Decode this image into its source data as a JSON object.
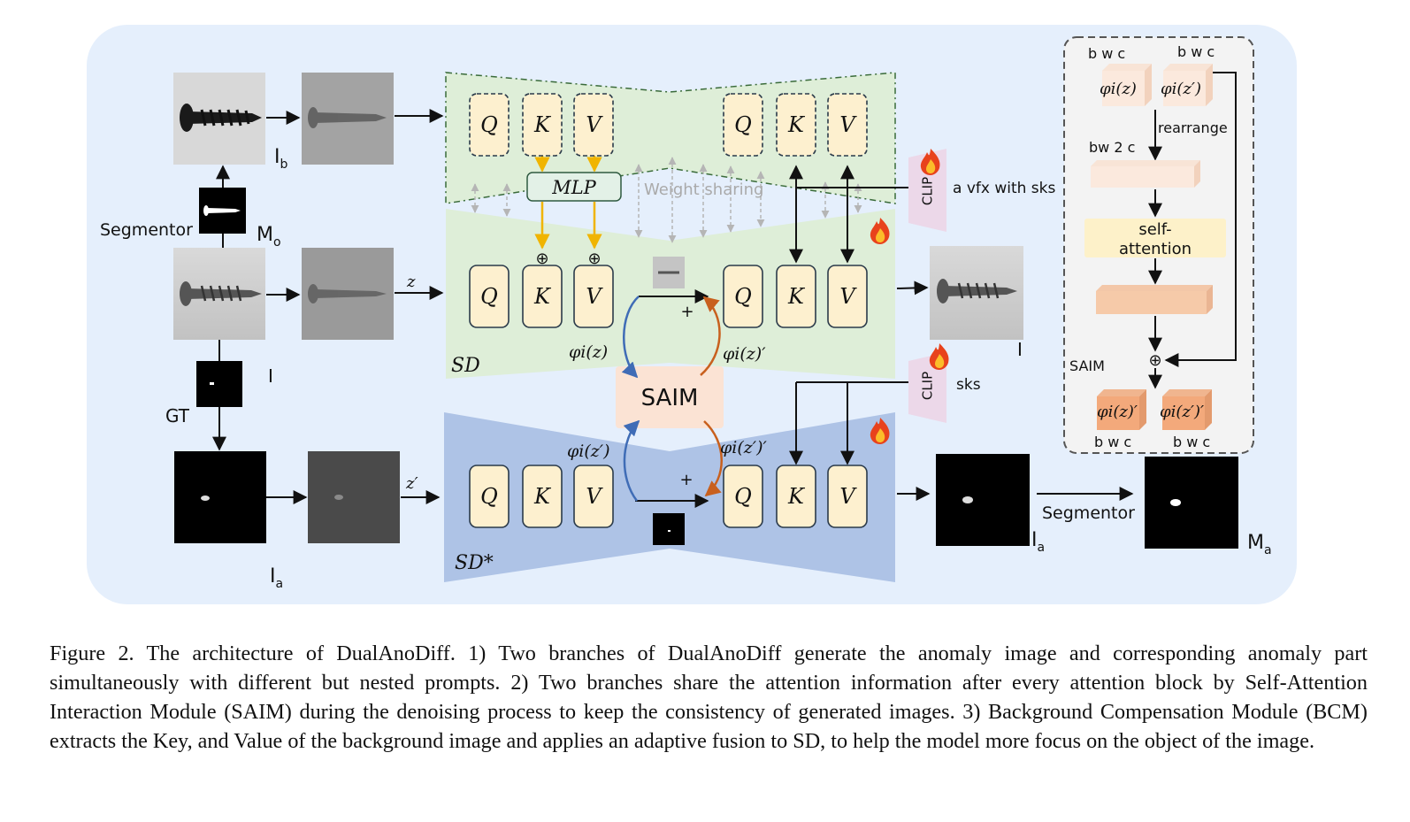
{
  "figure": {
    "labels": {
      "Ib": "I",
      "Ib_sub": "b",
      "Mo": "M",
      "Mo_sub": "o",
      "segmentor_left": "Segmentor",
      "I_mid": "I",
      "GT": "GT",
      "Ia_bottom": "I",
      "Ia_bottom_sub": "a",
      "z": "z",
      "z_prime": "z′",
      "weight_sharing": "Weight sharing",
      "mlp": "MLP",
      "plus": "+",
      "oplus": "⊕",
      "SD": "SD",
      "SD_star": "SD*",
      "SAIM": "SAIM",
      "phi_z": "φi(z)",
      "phi_z_prime_out": "φi(z)′",
      "phi_zp": "φi(z′)",
      "phi_zp_prime_out": "φi(z′)′",
      "clip": "CLIP",
      "prompt_top": "a vfx with sks",
      "prompt_bottom": "sks",
      "I_out": "I",
      "Ia_out": "I",
      "Ia_out_sub": "a",
      "segmentor_right": "Segmentor",
      "Ma": "M",
      "Ma_sub": "a",
      "attention_tokens": [
        "Q",
        "K",
        "V"
      ]
    },
    "saim_panel": {
      "bwc_1": "b w c",
      "bwc_2": "b w c",
      "phi_z": "φi(z)",
      "phi_zp": "φi(z′)",
      "rearrange": "rearrange",
      "bw2c": "bw 2 c",
      "self_attention_1": "self-",
      "self_attention_2": "attention",
      "saim": "SAIM",
      "oplus": "⊕",
      "out_1": "φi(z)′",
      "out_2": "φi(z′)′",
      "bwc_3": "b w c",
      "bwc_4": "b w c"
    },
    "colors": {
      "panel_bg": "#e5effc",
      "unet_green": "#deeed8",
      "unet_blue": "#aec3e6",
      "token_fill": "#fdf0cf",
      "saim_fill": "#fbe3d4",
      "mlp_fill": "#e3f1e7",
      "clip_fill": "#ecd8e9",
      "arrow_yellow": "#f0b400",
      "arrow_blue": "#3f6cb6",
      "arrow_orange": "#c8601e"
    }
  },
  "caption": "Figure 2. The architecture of DualAnoDiff. 1) Two branches of DualAnoDiff generate the anomaly image and corresponding anomaly part simultaneously with different but nested prompts. 2) Two branches share the attention information after every attention block by Self-Attention Interaction Module (SAIM) during the denoising process to keep the consistency of generated images. 3) Background Compensation Module (BCM) extracts the Key, and Value of the background image and applies an adaptive fusion to SD, to help the model more focus on the object of the image."
}
